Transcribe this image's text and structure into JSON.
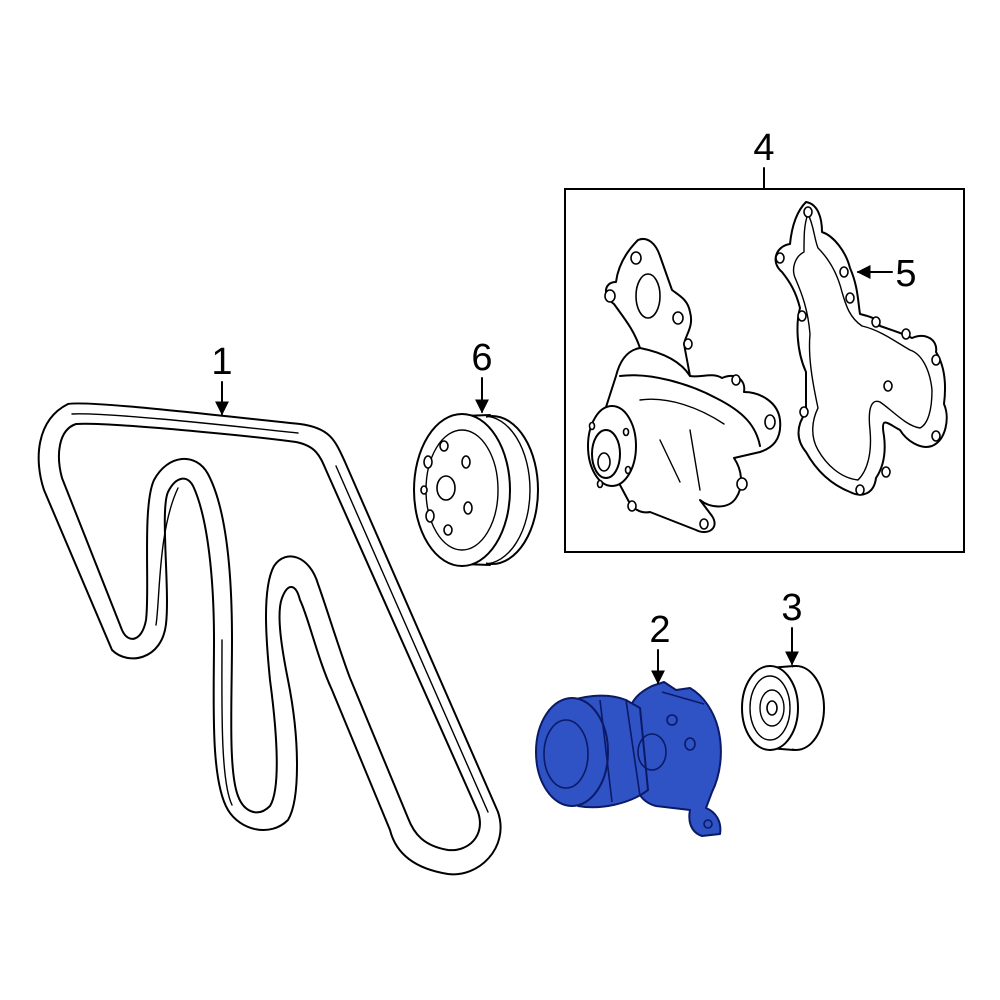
{
  "callouts": {
    "part_1": "1",
    "part_2": "2",
    "part_3": "3",
    "part_4": "4",
    "part_5": "5",
    "part_6": "6"
  },
  "colors": {
    "highlight_fill": "#2f52c4",
    "highlight_stroke": "#0a1a66",
    "line": "#000000",
    "background": "#ffffff"
  }
}
